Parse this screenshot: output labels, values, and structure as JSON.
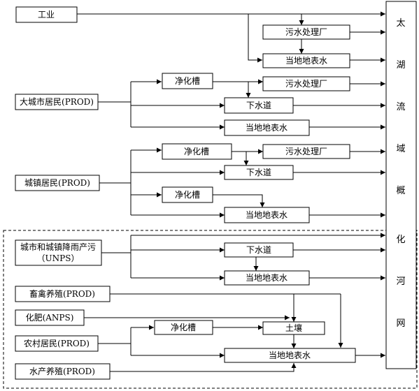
{
  "nodes": {
    "industry": "工业",
    "big_city_residents": "大城市居民(PROD)",
    "town_residents": "城镇居民(PROD)",
    "urban_rain_line1": "城市和城镇降雨产污",
    "urban_rain_line2": "（UNPS）",
    "livestock": "畜禽养殖(PROD)",
    "fertilizer": "化肥(ANPS)",
    "rural_residents": "农村居民(PROD)",
    "aquaculture": "水产养殖(PROD)",
    "wwtp": "污水处理厂",
    "local_surface_water": "当地地表水",
    "septic_tank": "净化槽",
    "sewer": "下水道",
    "soil": "土壤",
    "taihu": [
      "太",
      "湖",
      "流",
      "域",
      "概",
      "化",
      "河",
      "网"
    ]
  },
  "colors": {
    "line": "#000000",
    "background": "#ffffff"
  }
}
